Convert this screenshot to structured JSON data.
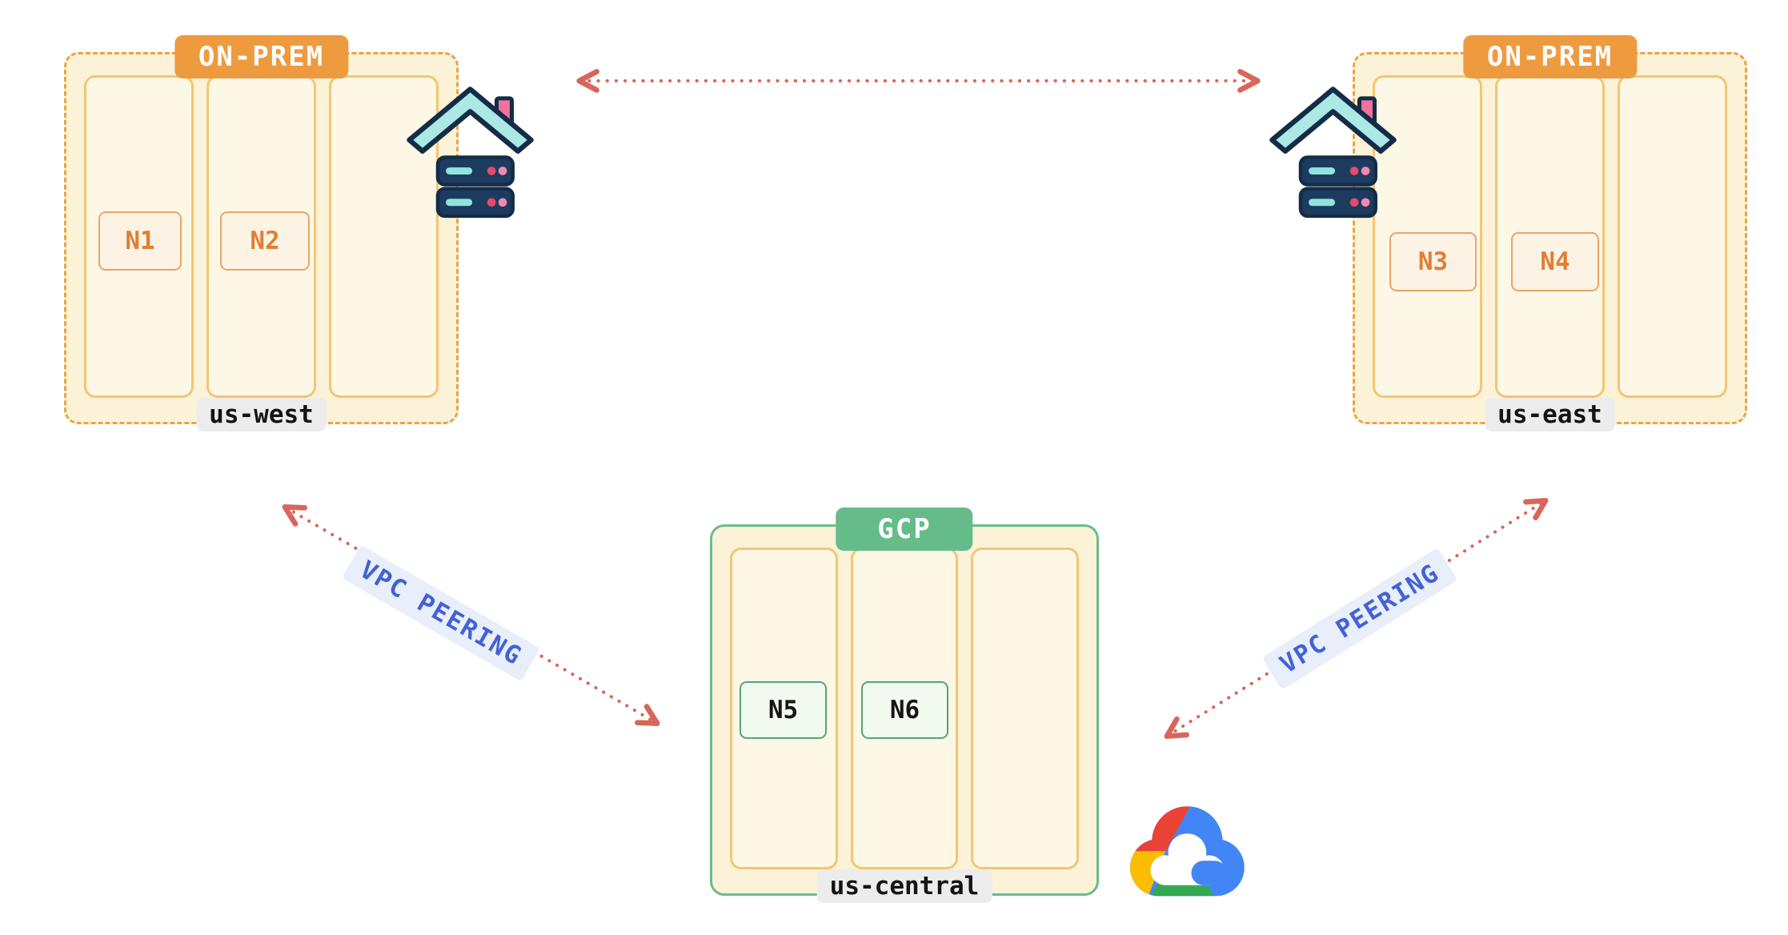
{
  "clusters": {
    "west": {
      "provider_label": "ON-PREM",
      "region_label": "us-west",
      "nodes": [
        "N1",
        "N2"
      ]
    },
    "east": {
      "provider_label": "ON-PREM",
      "region_label": "us-east",
      "nodes": [
        "N3",
        "N4"
      ]
    },
    "central": {
      "provider_label": "GCP",
      "region_label": "us-central",
      "nodes": [
        "N5",
        "N6"
      ]
    }
  },
  "edges": {
    "west_to_east": {
      "label": ""
    },
    "west_to_central": {
      "label": "VPC PEERING"
    },
    "central_to_east": {
      "label": "VPC PEERING"
    }
  },
  "icons": {
    "west": "onprem-datacenter-icon",
    "east": "onprem-datacenter-icon",
    "central": "gcp-cloud-icon"
  },
  "colors": {
    "onprem_header": "#EE9B40",
    "gcp_header": "#66BB8A",
    "cluster_fill": "#FBF2D8",
    "column_border": "#F2C672",
    "onprem_node_border": "#EBA465",
    "onprem_node_text": "#DF7F35",
    "gcp_node_border": "#56A478",
    "arrow": "#D9655B",
    "peering_text": "#4262D6",
    "peering_bg": "#E9EEFB",
    "region_label_bg": "#ECECEC",
    "background": "#FFFFFF"
  }
}
